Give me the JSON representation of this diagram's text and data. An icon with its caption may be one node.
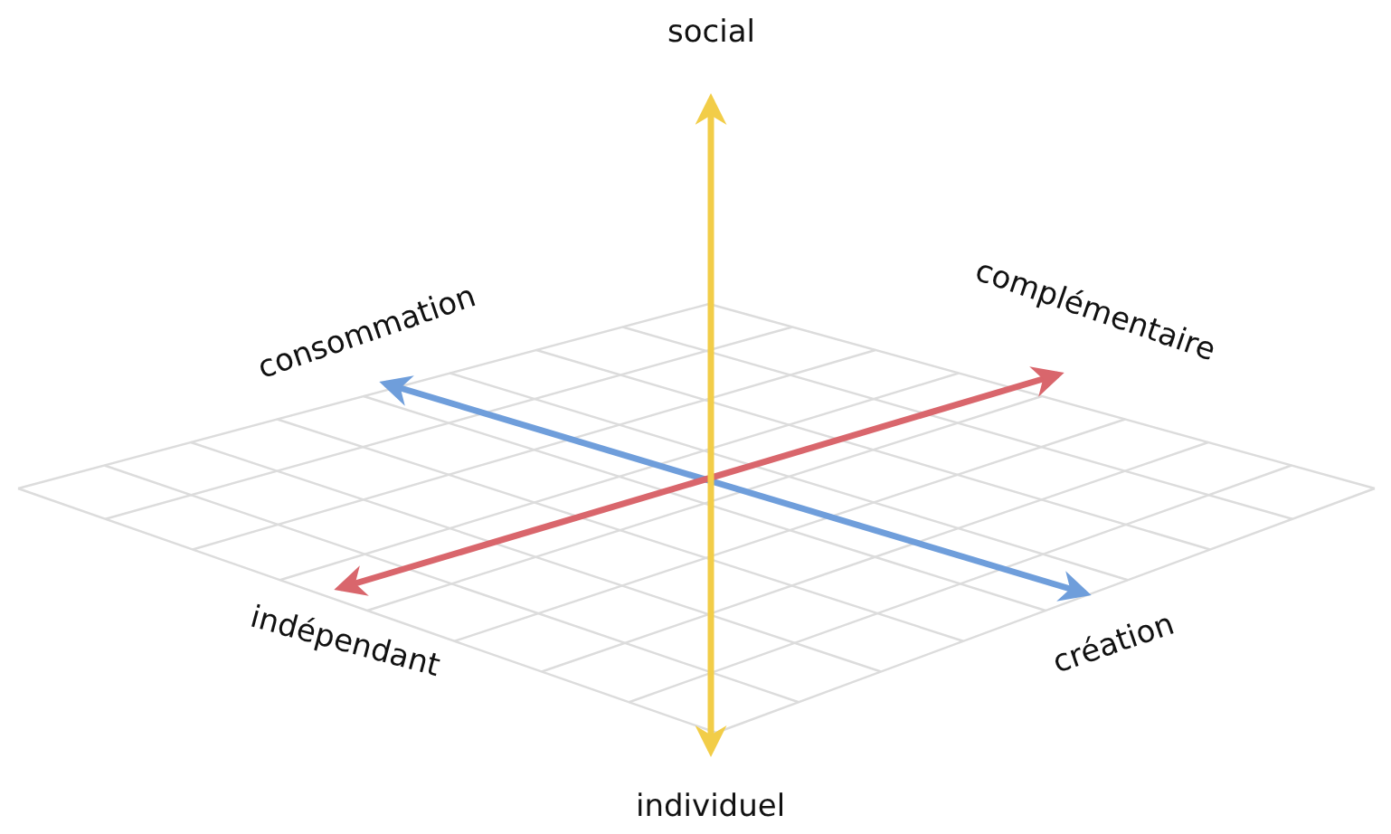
{
  "diagram": {
    "labels": [
      "social",
      "consommation",
      "complémentaire",
      "indépendant",
      "création",
      "individuel"
    ]
  }
}
